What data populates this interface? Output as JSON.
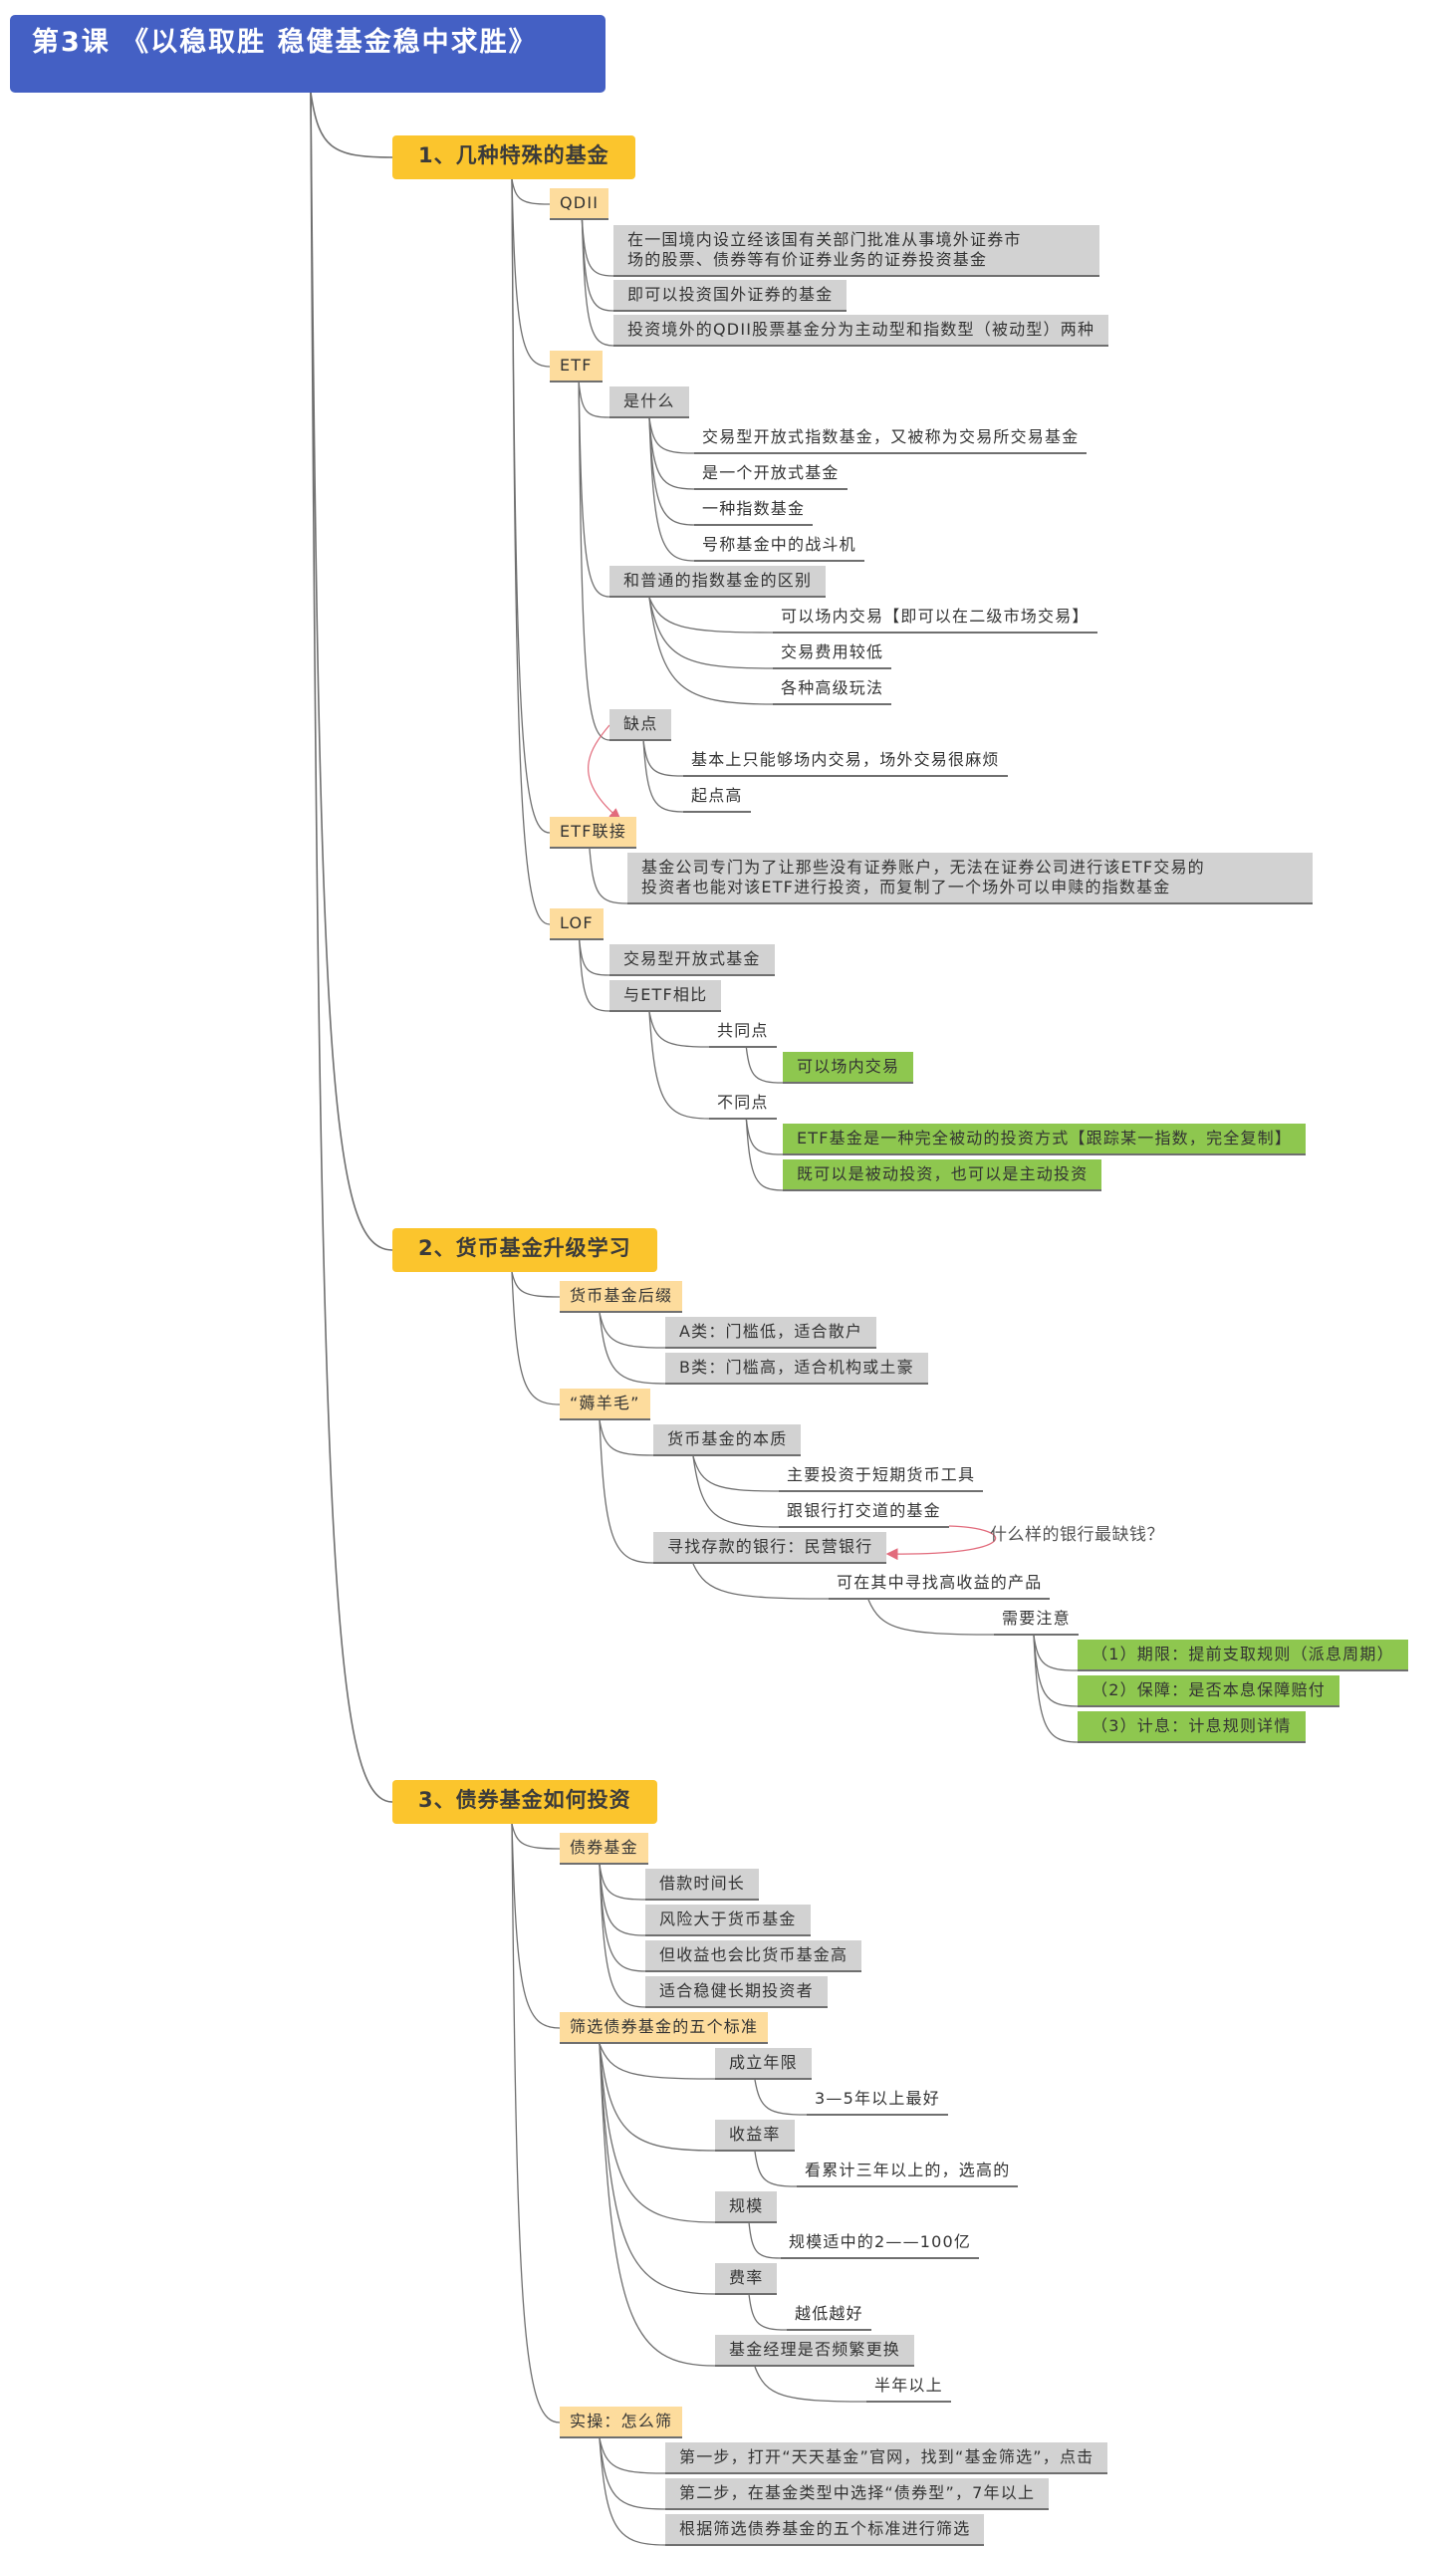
{
  "title": "第3课 《以稳取胜 稳健基金稳中求胜》",
  "sections": [
    {
      "label": "1、几种特殊的基金",
      "qdii": {
        "label": "QDII",
        "items": [
          [
            "在一国境内设立经该国有关部门批准从事境外证券市",
            "场的股票、债券等有价证券业务的证券投资基金"
          ],
          "即可以投资国外证券的基金",
          "投资境外的QDII股票基金分为主动型和指数型（被动型）两种"
        ]
      },
      "etf": {
        "label": "ETF",
        "what": {
          "label": "是什么",
          "items": [
            "交易型开放式指数基金，又被称为交易所交易基金",
            "是一个开放式基金",
            "一种指数基金",
            "号称基金中的战斗机"
          ]
        },
        "diff": {
          "label": "和普通的指数基金的区别",
          "items": [
            "可以场内交易【即可以在二级市场交易】",
            "交易费用较低",
            "各种高级玩法"
          ]
        },
        "cons": {
          "label": "缺点",
          "items": [
            "基本上只能够场内交易，场外交易很麻烦",
            "起点高"
          ]
        }
      },
      "etf_link": {
        "label": "ETF联接",
        "desc": [
          "基金公司专门为了让那些没有证券账户，无法在证券公司进行该ETF交易的",
          "投资者也能对该ETF进行投资，而复制了一个场外可以申赎的指数基金"
        ]
      },
      "lof": {
        "label": "LOF",
        "type": "交易型开放式基金",
        "compare": {
          "label": "与ETF相比",
          "same_label": "共同点",
          "same_items": [
            "可以场内交易"
          ],
          "diff_label": "不同点",
          "diff_items": [
            "ETF基金是一种完全被动的投资方式【跟踪某一指数，完全复制】",
            "既可以是被动投资，也可以是主动投资"
          ]
        }
      }
    },
    {
      "label": "2、货币基金升级学习",
      "suffix": {
        "label": "货币基金后缀",
        "items": [
          "A类：门槛低，适合散户",
          "B类：门槛高，适合机构或土豪"
        ]
      },
      "wool": {
        "label": "“薅羊毛”",
        "essence": {
          "label": "货币基金的本质",
          "items": [
            "主要投资于短期货币工具",
            "跟银行打交道的基金"
          ]
        },
        "bank": {
          "label": "寻找存款的银行：民营银行",
          "product": "可在其中寻找高收益的产品",
          "attention_label": "需要注意",
          "attention_items": [
            "（1）期限：提前支取规则（派息周期）",
            "（2）保障：是否本息保障赔付",
            "（3）计息：计息规则详情"
          ]
        },
        "note": "什么样的银行最缺钱？"
      }
    },
    {
      "label": "3、债券基金如何投资",
      "bond": {
        "label": "债券基金",
        "items": [
          "借款时间长",
          "风险大于货币基金",
          "但收益也会比货币基金高",
          "适合稳健长期投资者"
        ]
      },
      "criteria": {
        "label": "筛选债券基金的五个标准",
        "items": [
          {
            "label": "成立年限",
            "detail": "3—5年以上最好"
          },
          {
            "label": "收益率",
            "detail": "看累计三年以上的，选高的"
          },
          {
            "label": "规模",
            "detail": "规模适中的2——100亿"
          },
          {
            "label": "费率",
            "detail": "越低越好"
          },
          {
            "label": "基金经理是否频繁更换",
            "detail": "半年以上"
          }
        ]
      },
      "practice": {
        "label": "实操：怎么筛",
        "items": [
          "第一步，打开“天天基金”官网，找到“基金筛选”，点击",
          "第二步，在基金类型中选择“债券型”，7年以上",
          "根据筛选债券基金的五个标准进行筛选"
        ]
      }
    }
  ],
  "colors": {
    "root": "#4460c4",
    "level1": "#fbc52d",
    "orange": "#fddc9d",
    "gray": "#d2d2d2",
    "green": "#8ec74f",
    "line": "#6f6f6f",
    "arrow": "#e26b7c"
  }
}
